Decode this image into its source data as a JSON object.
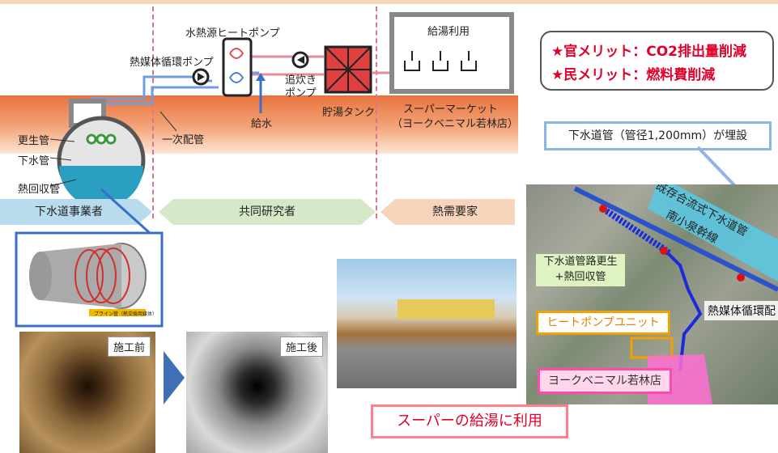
{
  "labels": {
    "heat_pump": "水熱源ヒートポンプ",
    "circ_pump": "熱媒体循環ポンプ",
    "reheat_pump_1": "追炊き",
    "reheat_pump_2": "ポンプ",
    "water_supply": "給水",
    "storage_tank": "貯湯タンク",
    "hot_water_use": "給湯利用",
    "supermarket_1": "スーパーマーケット",
    "supermarket_2": "（ヨークベニマル若林店）",
    "rehab_pipe": "更生管",
    "sewer_pipe": "下水管",
    "heat_pipe": "熱回収管",
    "primary_pipe": "一次配管"
  },
  "roles": {
    "sewer_operator": "下水道事業者",
    "joint_research": "共同研究者",
    "heat_consumer": "熱需要家"
  },
  "merits": {
    "gov": "★官メリット：CO2排出量削減",
    "private": "★民メリット：燃料費削減"
  },
  "sewer_info": "下水道管（管径1,200mm）が埋設",
  "map": {
    "existing_line_1": "既存合流式下水道管",
    "existing_line_2": "南小泉幹線",
    "rehab_1": "下水道管路更生",
    "rehab_2": "+熱回収管",
    "circ": "熱媒体循環配",
    "hp_unit": "ヒートポンプユニット",
    "store": "ヨークベニマル若林店"
  },
  "bottom_caption": "スーパーの給湯に利用",
  "photos": {
    "before": "施工前",
    "after": "施工後",
    "brine": "ブライン管（熱交換用媒体）"
  }
}
